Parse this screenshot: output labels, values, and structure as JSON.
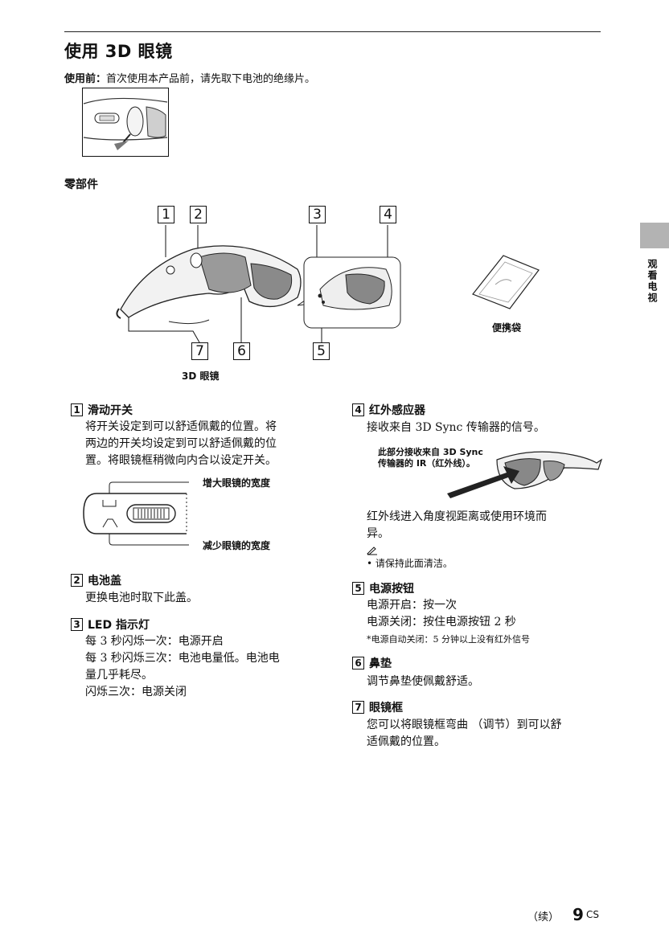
{
  "page_title": "使用 3D 眼镜",
  "intro": {
    "bold": "使用前：",
    "text": "首次使用本产品前，请先取下电池的绝缘片。"
  },
  "parts_heading": "零部件",
  "diagram": {
    "numbers": [
      "1",
      "2",
      "3",
      "4",
      "5",
      "6",
      "7"
    ],
    "glasses_caption": "3D 眼镜",
    "bag_caption": "便携袋"
  },
  "items": [
    {
      "num": "1",
      "title": "滑动开关",
      "body": [
        "将开关设定到可以舒适佩戴的位置。将",
        "两边的开关均设定到可以舒适佩戴的位",
        "置。将眼镜框稍微向内合以设定开关。"
      ]
    },
    {
      "num": "2",
      "title": "电池盖",
      "body": [
        "更换电池时取下此盖。"
      ]
    },
    {
      "num": "3",
      "title": "LED 指示灯",
      "body": [
        "每 3 秒闪烁一次：电源开启",
        "每 3 秒闪烁三次：电池电量低。电池电",
        "量几乎耗尽。",
        "闪烁三次：电源关闭"
      ]
    },
    {
      "num": "4",
      "title": "红外感应器",
      "body": [
        "接收来自 3D Sync 传输器的信号。"
      ]
    },
    {
      "num": "5",
      "title": "电源按钮",
      "body": [
        "电源开启：按一次",
        "电源关闭：按住电源按钮 2 秒"
      ],
      "note": "*电源自动关闭：5 分钟以上没有红外信号"
    },
    {
      "num": "6",
      "title": "鼻垫",
      "body": [
        "调节鼻垫使佩戴舒适。"
      ]
    },
    {
      "num": "7",
      "title": "眼镜框",
      "body": [
        "您可以将眼镜框弯曲 （调节）到可以舒",
        "适佩戴的位置。"
      ]
    }
  ],
  "slider_labels": {
    "wider": "增大眼镜的宽度",
    "narrower": "减少眼镜的宽度"
  },
  "ir_callout": [
    "此部分接收来自 3D Sync",
    "传输器的 IR（红外线）。"
  ],
  "ir_text": [
    "红外线进入角度视距离或使用环境而",
    "异。"
  ],
  "ir_note": "• 请保持此面清洁。",
  "side_tab_label": "观看电视",
  "footer": {
    "continued": "（续）",
    "page": "9",
    "suffix": "CS"
  }
}
